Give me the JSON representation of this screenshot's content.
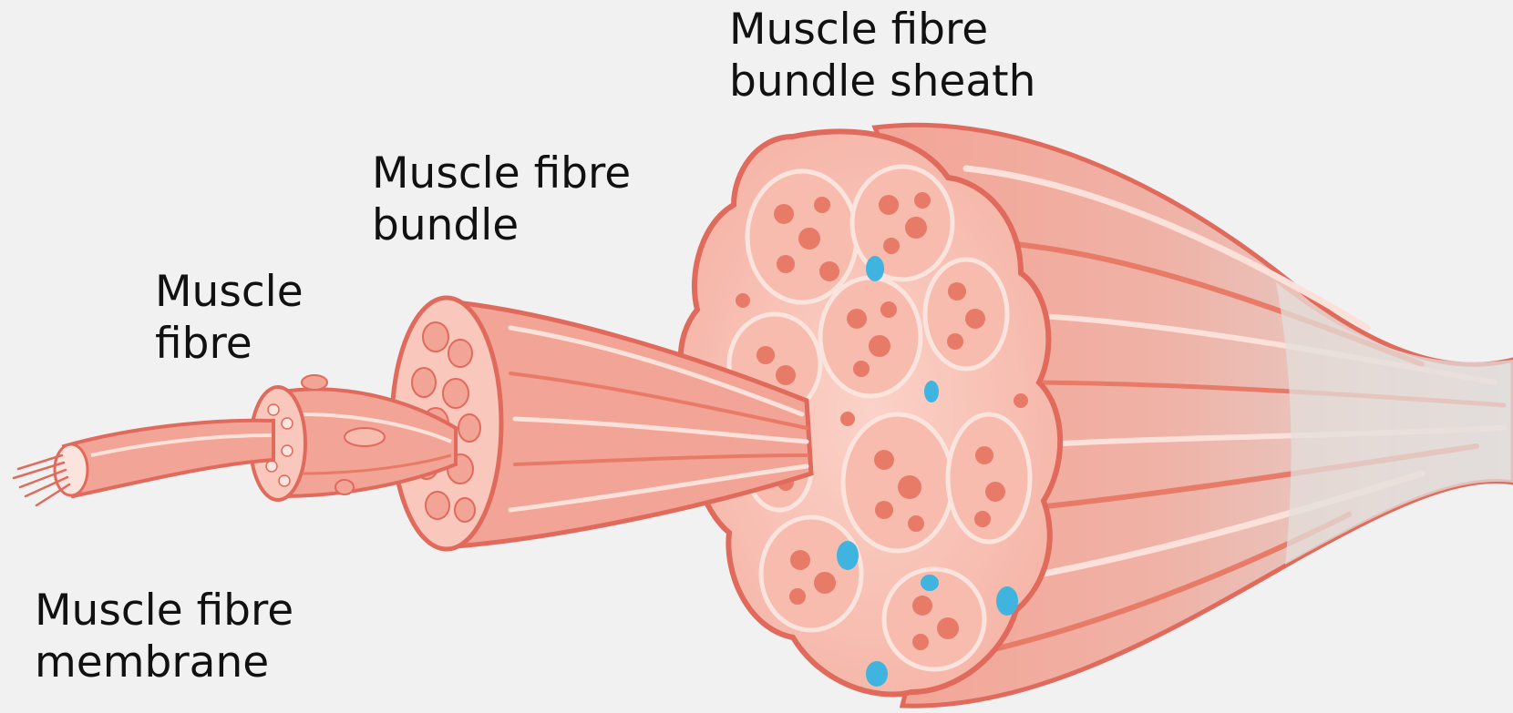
{
  "labels": {
    "bundle_sheath": {
      "line1": "Muscle fibre",
      "line2": "bundle sheath"
    },
    "bundle": {
      "line1": "Muscle fibre",
      "line2": "bundle"
    },
    "fibre": {
      "line1": "Muscle",
      "line2": "fibre"
    },
    "membrane": {
      "line1": "Muscle fibre",
      "line2": "membrane"
    }
  },
  "colors": {
    "background": "#f1f1f1",
    "muscle_outline": "#e06a5c",
    "muscle_fill": "#f2a596",
    "muscle_light": "#f9c7bb",
    "fibre_dark": "#e77b68",
    "tendon": "#dedad8",
    "blood_vessel": "#3fb4df"
  }
}
